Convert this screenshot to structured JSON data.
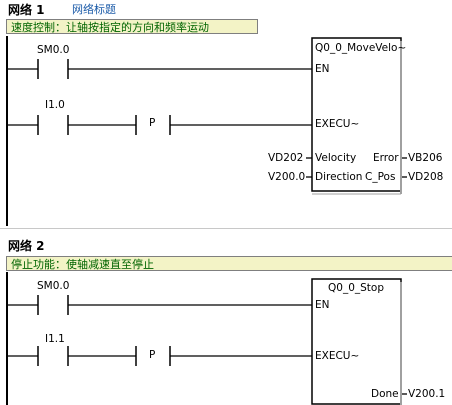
{
  "network1": {
    "title": "网络 1",
    "subtitle": "网络标题",
    "comment": "速度控制：让轴按指定的方向和频率运动",
    "contacts": [
      {
        "address": "SM0.0"
      },
      {
        "address": "I1.0"
      }
    ],
    "edge_label": "P",
    "block": {
      "name": "Q0_0_MoveVelo~",
      "pins_left": [
        "EN",
        "EXECU~",
        "Velocity",
        "Direction"
      ],
      "pins_right": [
        "Error",
        "C_Pos"
      ],
      "inputs": [
        "VD202",
        "V200.0"
      ],
      "outputs": [
        "VB206",
        "VD208"
      ]
    }
  },
  "network2": {
    "title": "网络 2",
    "comment": "停止功能：使轴减速直至停止",
    "contacts": [
      {
        "address": "SM0.0"
      },
      {
        "address": "I1.1"
      }
    ],
    "edge_label": "P",
    "block": {
      "name": "Q0_0_Stop",
      "pins_left": [
        "EN",
        "EXECU~"
      ],
      "pins_right": [
        "Done"
      ],
      "outputs": [
        "V200.1"
      ]
    }
  }
}
